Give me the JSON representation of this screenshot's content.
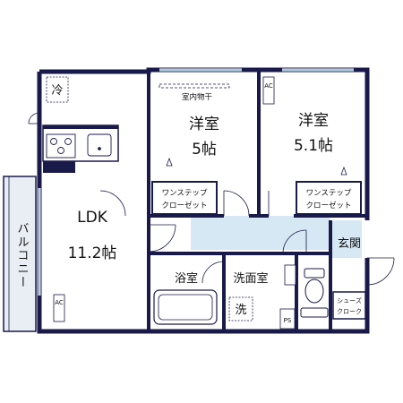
{
  "rooms": {
    "ldk": {
      "name": "LDK",
      "size": "11.2帖"
    },
    "western1": {
      "name": "洋室",
      "size": "5帖"
    },
    "western2": {
      "name": "洋室",
      "size": "5.1帖"
    },
    "bath": {
      "name": "浴室"
    },
    "washroom": {
      "name": "洗面室"
    },
    "entrance": {
      "name": "玄関"
    },
    "balcony": {
      "name": "バルコニー"
    }
  },
  "storage": {
    "closet1": {
      "line1": "ワンステップ",
      "line2": "クローゼット"
    },
    "closet2": {
      "line1": "ワンステップ",
      "line2": "クローゼット"
    },
    "shoe": {
      "line1": "シューズ",
      "line2": "クローク"
    }
  },
  "fixtures": {
    "fridge": "冷",
    "washer": "洗",
    "indoor_drying": "室内物干",
    "ac_ldk": "AC",
    "ac_western2": "AC",
    "pipe_space": "PS"
  },
  "colors": {
    "wall": "#1a1a4a",
    "hallway": "#d6e8f4",
    "balcony": "#e8eef3",
    "window": "#6fb0d8",
    "closet_border": "#1a1a4a"
  }
}
